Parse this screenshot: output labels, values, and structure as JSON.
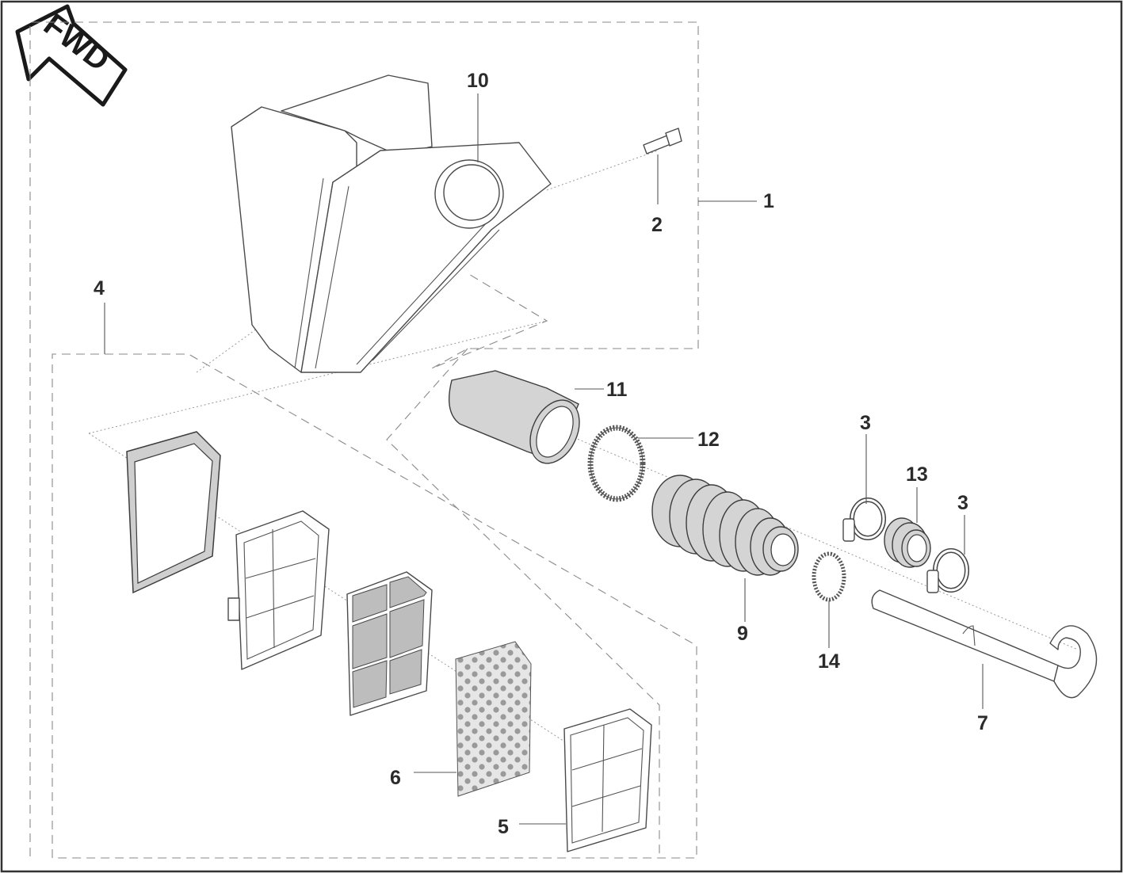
{
  "orientation": {
    "label": "FWD",
    "icon": "forward-arrow-icon"
  },
  "callouts": {
    "c1": "1",
    "c2": "2",
    "c3a": "3",
    "c3b": "3",
    "c4": "4",
    "c5": "5",
    "c6": "6",
    "c7": "7",
    "c9": "9",
    "c10": "10",
    "c11": "11",
    "c12": "12",
    "c13": "13",
    "c14": "14"
  },
  "colors": {
    "line": "#4a4a4a",
    "shade": "#d4d4d4",
    "background": "#ffffff"
  }
}
